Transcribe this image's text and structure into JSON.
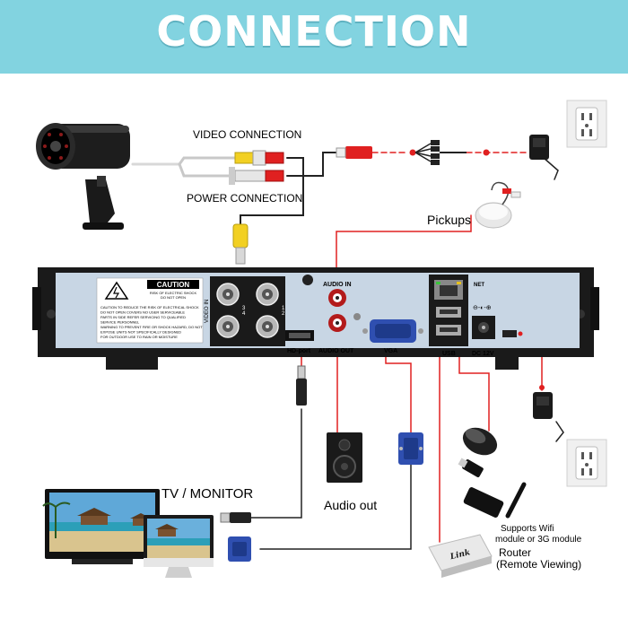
{
  "banner": {
    "title": "CONNECTION",
    "color": "#82d3e0"
  },
  "labels": {
    "video_connection": "VIDEO CONNECTION",
    "power_connection": "POWER CONNECTION",
    "pickups": "Pickups",
    "tv_monitor": "TV / MONITOR",
    "audio_out": "Audio out",
    "wifi_line1": "Supports Wifi",
    "wifi_line2": "module or 3G module",
    "router_line1": "Router",
    "router_line2": "(Remote Viewing)"
  },
  "dvr": {
    "caution_title": "CAUTION",
    "caution_sub1": "RISK OF ELECTRIC SHOCK",
    "caution_sub2": "DO NOT OPEN",
    "caution_text": [
      "CAUTION TO REDUCE THE RISK OF ELECTRICAL SHOCK",
      "DO NOT OPEN COVERS NO USER SERVICEABLE",
      "PARTS IN SIDE REFER SERVICING TO QUALIFIED",
      "SERVICE PERSONNEL",
      "WARNING TO PREVENT FIRE OR SHOCK HAZARD, DO NOT",
      "EXPOSE UNITS NOT SPECIFICALLY DESIGNED",
      "FOR OUTDOOR USE TO RAIN OR MOISTURE"
    ],
    "video_in": "VIDEO IN",
    "bnc_numbers": [
      "3",
      "1",
      "4",
      "2"
    ],
    "audio_in": "AUDIO IN",
    "audio_out": "AUDIO OUT",
    "hd_port": "HD-port",
    "vga": "VGA",
    "usb": "USB",
    "net": "NET",
    "dc12v": "DC 12V"
  },
  "router_brand": "Link",
  "colors": {
    "cable_red": "#e02020",
    "cable_dark": "#222222",
    "panel": "#1a1a1a",
    "plate": "#c8d6e4"
  }
}
